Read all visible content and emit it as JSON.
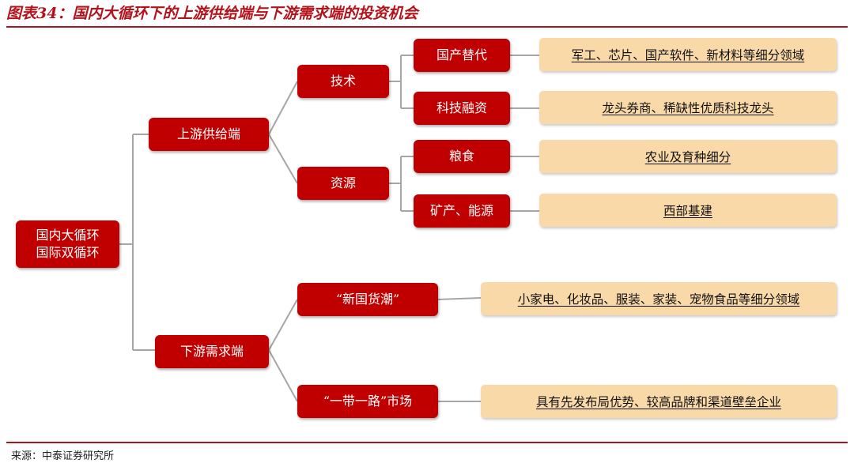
{
  "header": {
    "title": "图表34：国内大循环下的上游供给端与下游需求端的投资机会"
  },
  "footer": {
    "source": "来源：中泰证券研究所"
  },
  "tree": {
    "root": {
      "line1": "国内大循环",
      "line2": "国际双循环"
    },
    "upstream": {
      "label": "上游供给端",
      "tech": {
        "label": "技术",
        "substitution": {
          "label": "国产替代",
          "detail": "军工、芯片、国产软件、新材料等细分领域"
        },
        "finance": {
          "label": "科技融资",
          "detail": "龙头券商、稀缺性优质科技龙头"
        }
      },
      "resources": {
        "label": "资源",
        "grain": {
          "label": "粮食",
          "detail": "农业及育种细分"
        },
        "energy": {
          "label": "矿产、能源",
          "detail": "西部基建"
        }
      }
    },
    "downstream": {
      "label": "下游需求端",
      "guochao": {
        "label": "“新国货潮”",
        "detail": "小家电、化妆品、服装、家装、宠物食品等细分领域"
      },
      "belt_road": {
        "label": "“一带一路”市场",
        "detail": "具有先发布局优势、较高品牌和渠道壁垒企业"
      }
    }
  },
  "colors": {
    "accent": "#b4121a",
    "node": "#c00000",
    "leaf": "#fad9a8",
    "connector": "#a6a6a6"
  }
}
